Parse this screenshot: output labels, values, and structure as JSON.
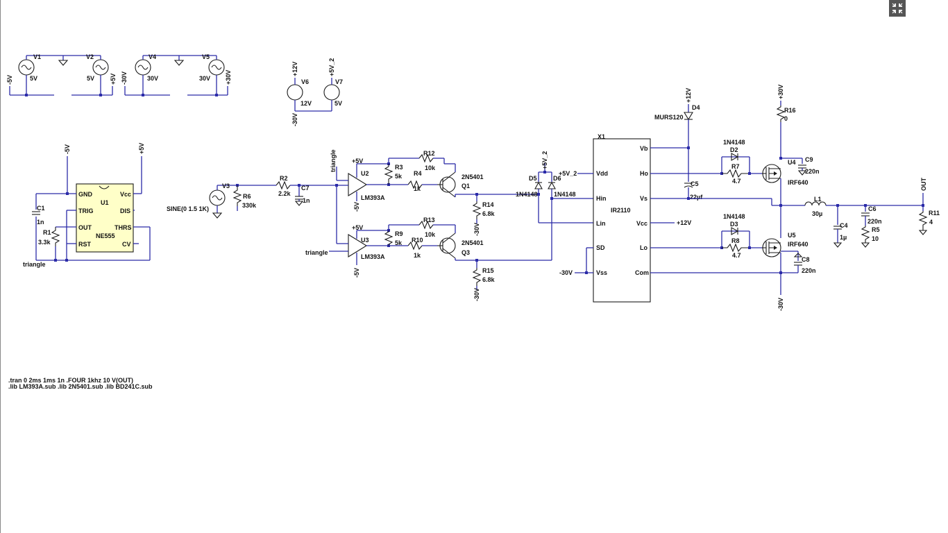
{
  "toolbar": {
    "expand_icon": "fullscreen-exit-icon"
  },
  "sources": {
    "v1": {
      "name": "V1",
      "value": "5V",
      "net": "-5V"
    },
    "v2": {
      "name": "V2",
      "value": "5V",
      "net": "+5V"
    },
    "v4": {
      "name": "V4",
      "value": "30V",
      "net": "-30V"
    },
    "v5": {
      "name": "V5",
      "value": "30V",
      "net": "+30V"
    },
    "v6": {
      "name": "V6",
      "value": "12V",
      "net_top": "+12V",
      "net_bot": "-30V"
    },
    "v7": {
      "name": "V7",
      "value": "5V",
      "net_top": "+5V_2"
    },
    "v3": {
      "name": "V3",
      "value": "SINE(0 1.5 1K)"
    }
  },
  "timer": {
    "name": "U1",
    "part": "NE555",
    "pins": {
      "gnd": "GND",
      "trig": "TRIG",
      "out": "OUT",
      "rst": "RST",
      "vcc": "Vcc",
      "dis": "DIS",
      "thrs": "THRS",
      "cv": "CV"
    },
    "net_gnd": "-5V",
    "net_vcc": "+5V",
    "c1": {
      "name": "C1",
      "value": "1n"
    },
    "r1": {
      "name": "R1",
      "value": "3.3k"
    },
    "triangle": "triangle"
  },
  "front": {
    "r2": {
      "name": "R2",
      "value": "2.2k"
    },
    "c7": {
      "name": "C7",
      "value": "1n"
    },
    "r6": {
      "name": "R6",
      "value": "330k"
    }
  },
  "comp_top": {
    "name": "U2",
    "part": "LM393A",
    "vp": "+5V",
    "vn": "-5V",
    "triangle": "triangle",
    "r3": {
      "name": "R3",
      "value": "5k"
    },
    "r4": {
      "name": "R4",
      "value": "1k"
    },
    "r12": {
      "name": "R12",
      "value": "10k"
    },
    "q": {
      "name": "Q1",
      "part": "2N5401"
    },
    "r14": {
      "name": "R14",
      "value": "6.8k"
    },
    "neg": "-30V"
  },
  "comp_bot": {
    "name": "U3",
    "part": "LM393A",
    "vp": "+5V",
    "vn": "-5V",
    "triangle": "triangle",
    "r9": {
      "name": "R9",
      "value": "5k"
    },
    "r10": {
      "name": "R10",
      "value": "1k"
    },
    "r13": {
      "name": "R13",
      "value": "10k"
    },
    "q": {
      "name": "Q3",
      "part": "2N5401"
    },
    "r15": {
      "name": "R15",
      "value": "6.8k"
    },
    "neg": "-30V"
  },
  "clamp": {
    "d5": "D5",
    "d6": "D6",
    "d5_part": "1N4148",
    "d6_part": "1N4148",
    "net": "+5V_2"
  },
  "driver": {
    "name": "X1",
    "part": "IR2110",
    "left": [
      "Vdd",
      "Hin",
      "Lin",
      "SD",
      "Vss"
    ],
    "right": [
      "Vb",
      "Ho",
      "Vs",
      "Vcc",
      "Lo",
      "Com"
    ],
    "vdd_net": "+5V_2",
    "vss_net": "-30V",
    "vcc_net": "+12V"
  },
  "bootstrap": {
    "d4": {
      "name": "D4",
      "part": "MURS120",
      "net": "+12V"
    },
    "c5": {
      "name": "C5",
      "value": "22µf"
    }
  },
  "gate_top": {
    "d2": {
      "name": "D2",
      "part": "1N4148"
    },
    "r7": {
      "name": "R7",
      "value": "4.7"
    }
  },
  "gate_bot": {
    "d3": {
      "name": "D3",
      "part": "1N4148"
    },
    "r8": {
      "name": "R8",
      "value": "4.7"
    }
  },
  "power": {
    "u4": {
      "name": "U4",
      "part": "IRF640"
    },
    "u5": {
      "name": "U5",
      "part": "IRF640"
    },
    "r16": {
      "name": "R16",
      "value": "0",
      "net": "+30V"
    },
    "c9": {
      "name": "C9",
      "value": "220n"
    },
    "c8": {
      "name": "C8",
      "value": "220n"
    },
    "neg": "-30V"
  },
  "output": {
    "l1": {
      "name": "L1",
      "value": "30µ"
    },
    "c4": {
      "name": "C4",
      "value": "1µ"
    },
    "c6": {
      "name": "C6",
      "value": "220n"
    },
    "r5": {
      "name": "R5",
      "value": "10"
    },
    "r11": {
      "name": "R11",
      "value": "4"
    },
    "net": "OUT"
  },
  "directives": {
    "line1": ".tran 0 2ms 1ms 1n  .FOUR 1khz 10 V(OUT)",
    "line2": ".lib LM393A.sub  .lib 2N5401.sub  .lib BD241C.sub"
  }
}
